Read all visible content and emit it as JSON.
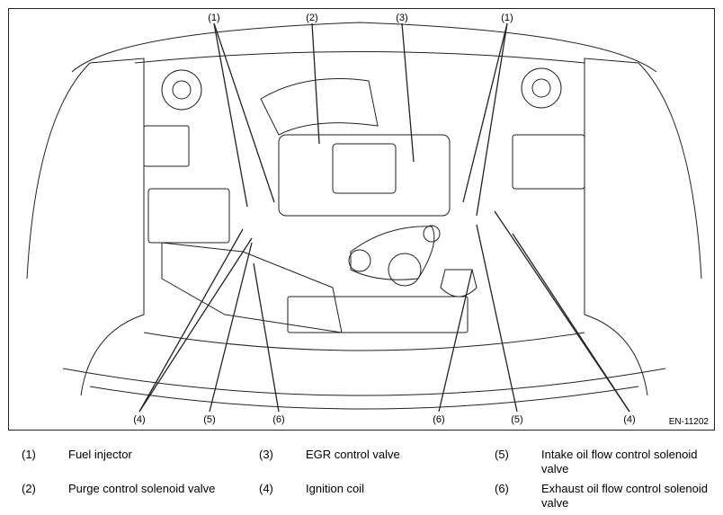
{
  "figure": {
    "code": "EN-11202",
    "callouts_top": [
      "(1)",
      "(2)",
      "(3)",
      "(1)"
    ],
    "callouts_bottom": [
      "(4)",
      "(5)",
      "(6)",
      "(6)",
      "(5)",
      "(4)"
    ]
  },
  "legend": [
    {
      "num": "(1)",
      "text": "Fuel injector"
    },
    {
      "num": "(2)",
      "text": "Purge control solenoid valve"
    },
    {
      "num": "(3)",
      "text": "EGR control valve"
    },
    {
      "num": "(4)",
      "text": "Ignition coil"
    },
    {
      "num": "(5)",
      "text": "Intake oil flow control solenoid valve"
    },
    {
      "num": "(6)",
      "text": "Exhaust oil flow control solenoid valve"
    }
  ]
}
